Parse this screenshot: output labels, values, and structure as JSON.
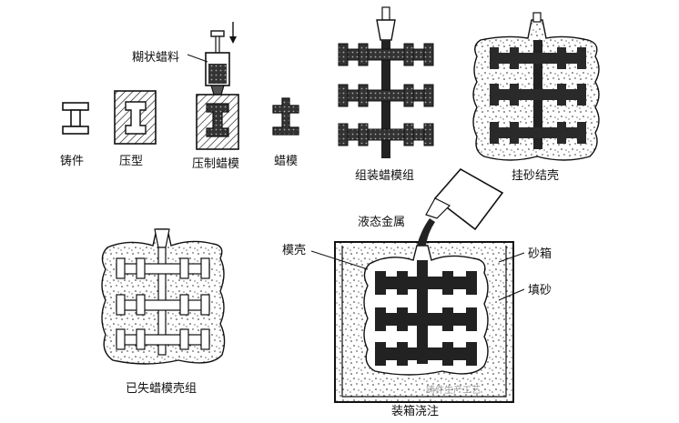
{
  "labels": {
    "casting": "铸件",
    "die": "压型",
    "press_wax": "压制蜡模",
    "wax_pattern": "蜡模",
    "assemble": "组装蜡模组",
    "shell": "挂砂结壳",
    "dewaxed": "已失蜡模壳组",
    "pouring": "装箱浇注",
    "paste_wax": "糊状蜡料",
    "liquid_metal": "液态金属",
    "mold_shell": "模壳",
    "flask": "砂箱",
    "fill_sand": "填砂"
  },
  "watermark": "铸件生产工艺"
}
